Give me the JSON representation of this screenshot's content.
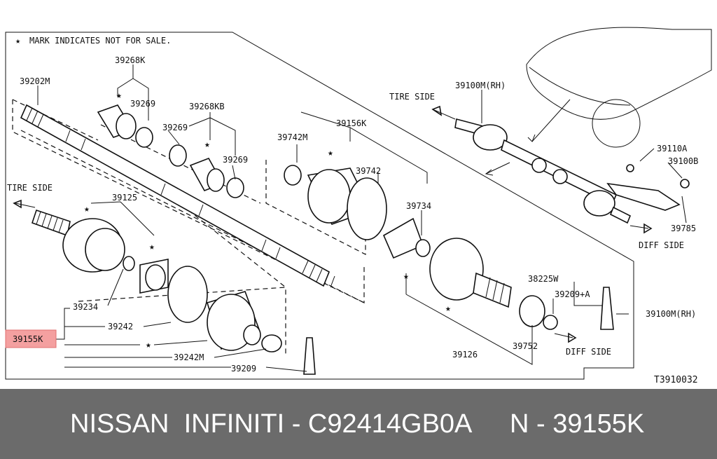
{
  "diagram": {
    "legend": "MARK INDICATES NOT FOR SALE.",
    "legend_mark": "★",
    "figure_code": "T3910032",
    "tire_side_upper": "TIRE SIDE",
    "tire_side_left": "TIRE SIDE",
    "diff_side_right": "DIFF SIDE",
    "diff_side_bottom": "DIFF SIDE",
    "highlight_color": "#f4a0a0",
    "labels": {
      "p39268K": "39268K",
      "p39202M": "39202M",
      "p39269a": "39269",
      "p39268KB": "39268KB",
      "p39269b": "39269",
      "p39269c": "39269",
      "p39125": "39125",
      "p39234": "39234",
      "p39242": "39242",
      "p39155K": "39155K",
      "p39242M": "39242M",
      "p39209": "39209",
      "p39742M": "39742M",
      "p39156K": "39156K",
      "p39742": "39742",
      "p39734": "39734",
      "p39100M_top": "39100M(RH)",
      "p39110A": "39110A",
      "p39100B": "39100B",
      "p39785": "39785",
      "p38225W": "38225W",
      "p39209A": "39209+A",
      "p39100M_right": "39100M(RH)",
      "p39126": "39126",
      "p39752": "39752"
    }
  },
  "footer": {
    "brand": "NISSAN  INFINITI - C92414GB0A",
    "part_no": "N - 39155K"
  }
}
